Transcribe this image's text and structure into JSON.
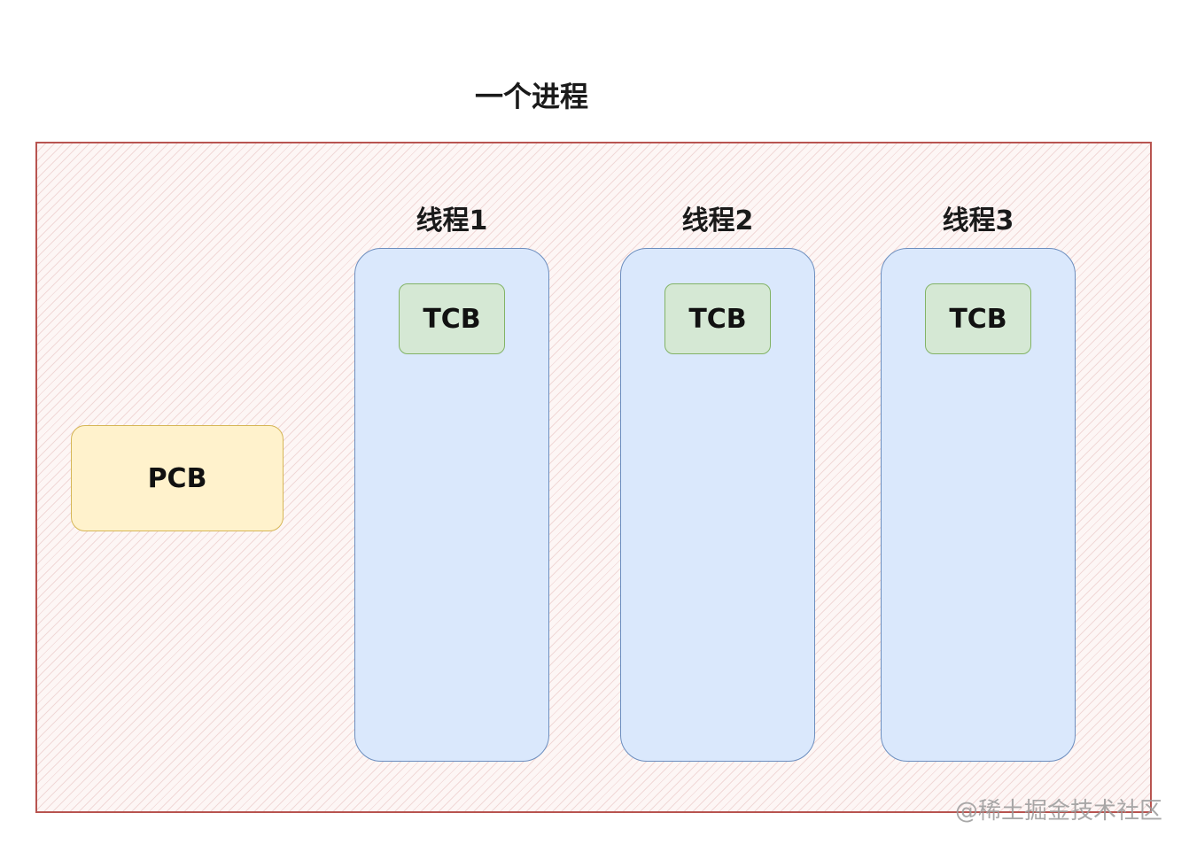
{
  "process": {
    "title": "一个进程"
  },
  "pcb": {
    "label": "PCB"
  },
  "threads": [
    {
      "label": "线程1",
      "tcb_label": "TCB"
    },
    {
      "label": "线程2",
      "tcb_label": "TCB"
    },
    {
      "label": "线程3",
      "tcb_label": "TCB"
    }
  ],
  "watermark": "@稀土掘金技术社区",
  "colors": {
    "process_border": "#b85450",
    "pcb_fill": "#fff2cc",
    "pcb_border": "#d6b656",
    "thread_fill": "#dae8fc",
    "thread_border": "#6c8ebf",
    "tcb_fill": "#d5e8d4",
    "tcb_border": "#82b366"
  }
}
